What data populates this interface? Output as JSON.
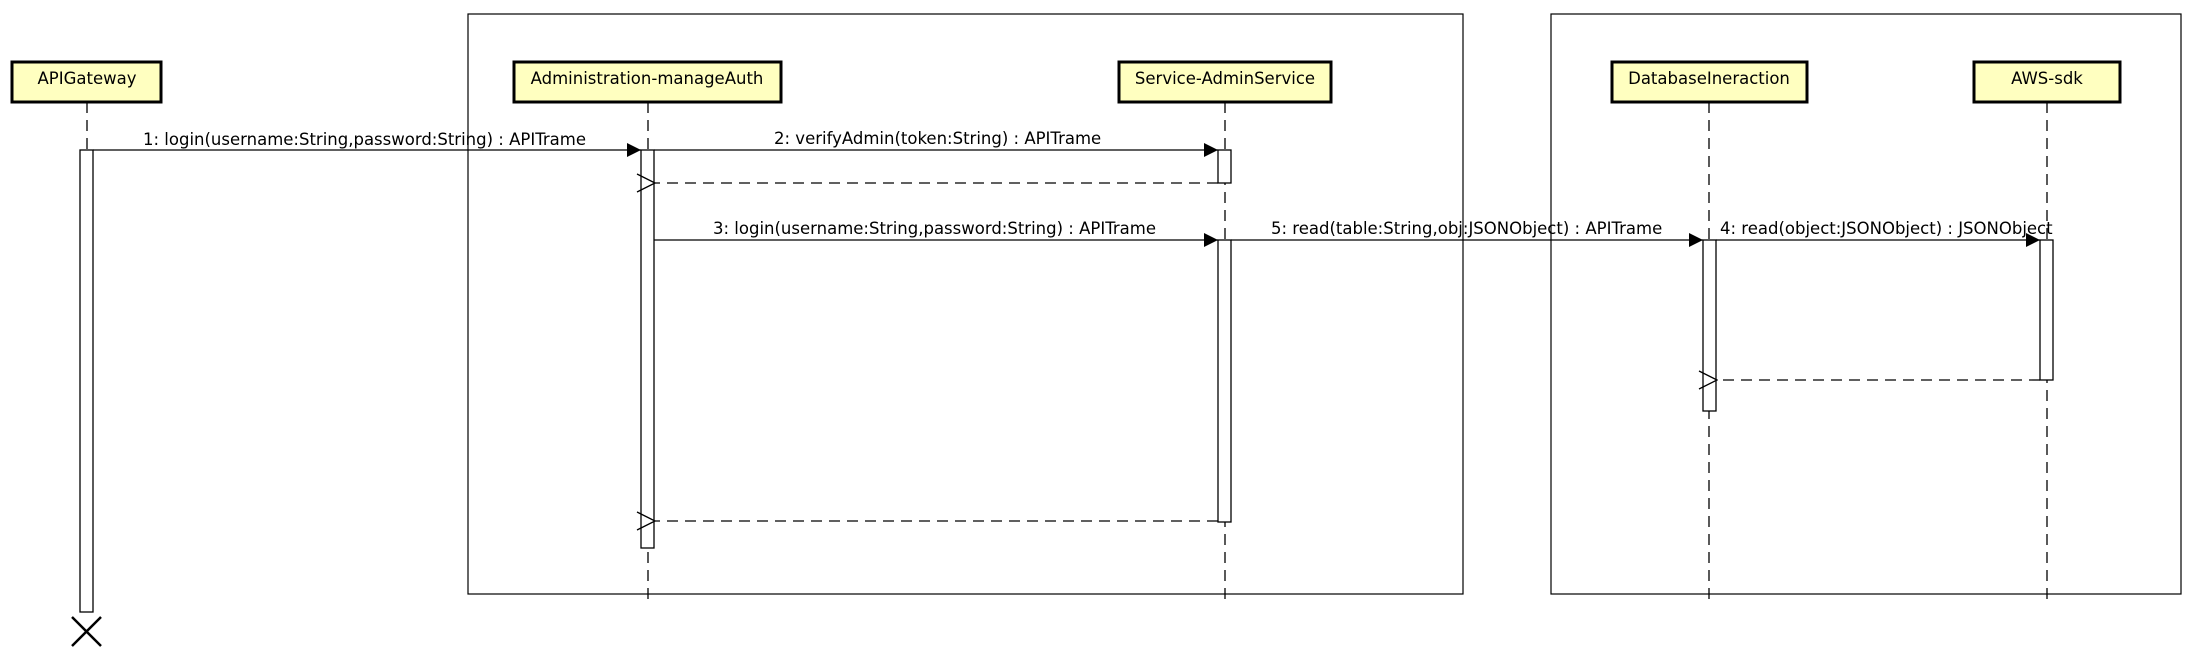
{
  "diagram": {
    "participants": [
      {
        "id": "p1",
        "label": "APIGateway"
      },
      {
        "id": "p2",
        "label": "Administration-manageAuth"
      },
      {
        "id": "p3",
        "label": "Service-AdminService"
      },
      {
        "id": "p4",
        "label": "DatabaseIneraction"
      },
      {
        "id": "p5",
        "label": "AWS-sdk"
      }
    ],
    "messages": [
      {
        "label": "1: login(username:String,password:String) : APITrame"
      },
      {
        "label": "2: verifyAdmin(token:String) : APITrame"
      },
      {
        "label": "3: login(username:String,password:String) : APITrame"
      },
      {
        "label": "5: read(table:String,obj:JSONObject) : APITrame"
      },
      {
        "label": "4: read(object:JSONObject) : JSONObject"
      }
    ],
    "colors": {
      "participant_fill": "#ffffc0",
      "line": "#000000"
    }
  }
}
